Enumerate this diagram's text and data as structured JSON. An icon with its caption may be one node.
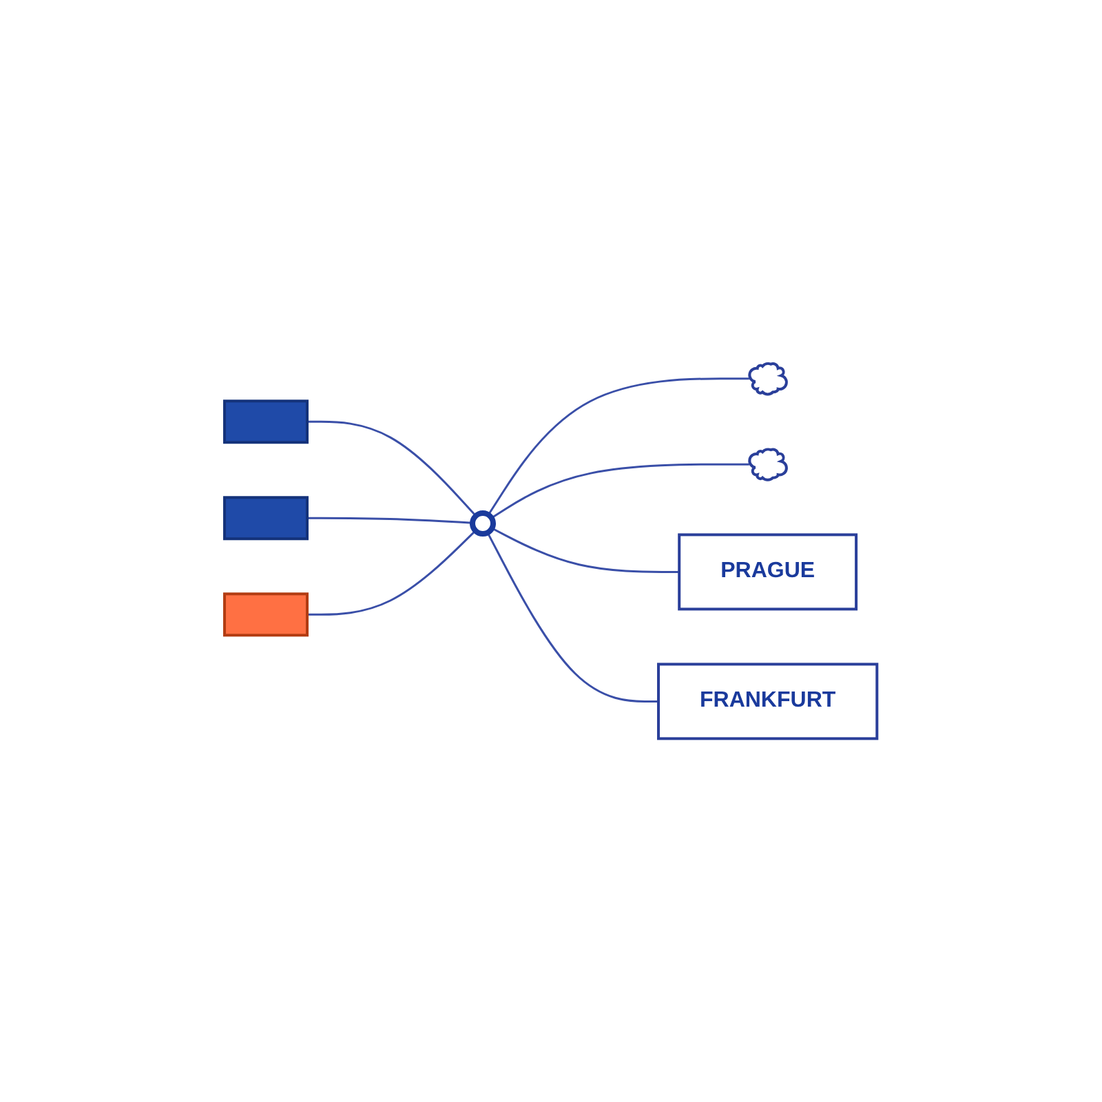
{
  "diagram": {
    "nodes": [
      {
        "text": [],
        "shape": "cloud"
      },
      {
        "text": [],
        "shape": "cloud"
      },
      {
        "text": [],
        "shape": "box"
      },
      {
        "text": [],
        "shape": "circle"
      },
      {
        "text": [
          "PRAGUE"
        ]
      },
      {
        "text": [],
        "shape": "box"
      },
      {
        "text": [],
        "shape": "box"
      },
      {
        "text": [
          "FRANKFURT"
        ]
      }
    ],
    "edges": [
      {
        "from": 2,
        "to": 3,
        "arrow": "none"
      },
      {
        "from": 5,
        "to": 3,
        "arrow": "none"
      },
      {
        "from": 6,
        "to": 3,
        "arrow": "none"
      },
      {
        "from": 3,
        "to": 0,
        "arrow": "none"
      },
      {
        "from": 3,
        "to": 1,
        "arrow": "none"
      },
      {
        "from": 3,
        "to": 4,
        "arrow": "none"
      },
      {
        "from": 3,
        "to": 7,
        "arrow": "none"
      }
    ]
  }
}
